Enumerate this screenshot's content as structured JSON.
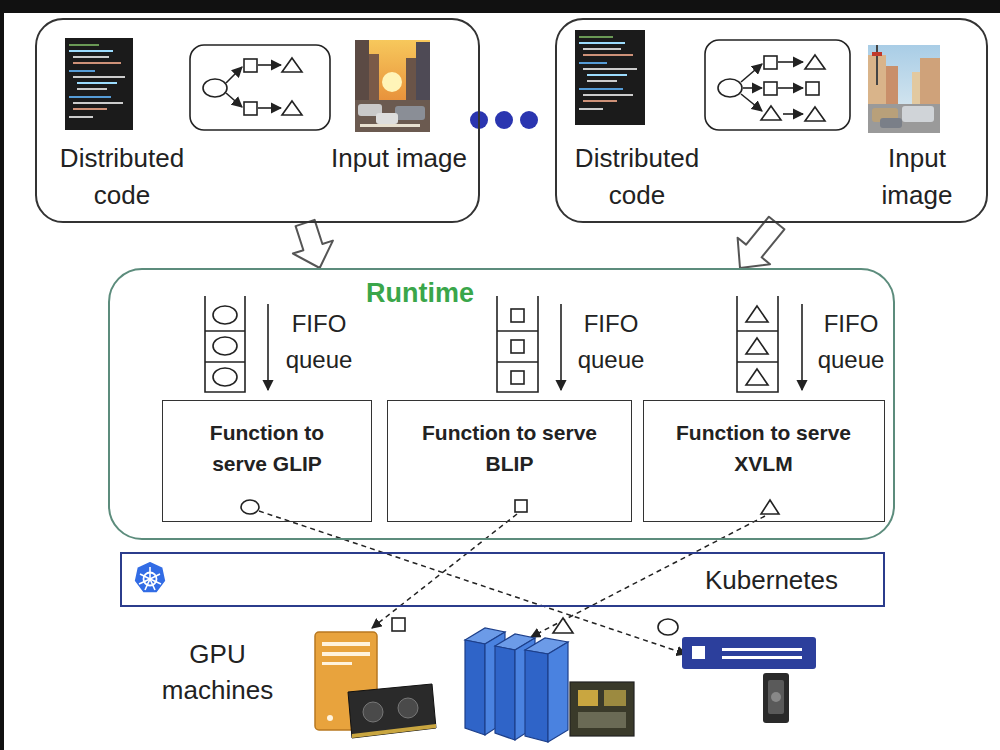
{
  "diagram": {
    "nodes": [
      {
        "text": [
          "Distributed code",
          "Input image"
        ]
      },
      {
        "text": [
          "Distributed code",
          "Input image"
        ]
      },
      {
        "text": [
          "Runtime"
        ]
      },
      {
        "text": [
          "Function to serve GLIP"
        ],
        "in": 2
      },
      {
        "text": [
          "Function to serve BLIP"
        ],
        "in": 2
      },
      {
        "text": [
          "Function to serve XVLM"
        ],
        "in": 2
      },
      {
        "text": [
          "Kubernetes"
        ]
      }
    ],
    "edges": [
      {
        "from": 0,
        "to": 2,
        "arrow": "to"
      },
      {
        "from": 1,
        "to": 2,
        "arrow": "to"
      }
    ],
    "labels": [
      "FIFO queue",
      "FIFO queue",
      "FIFO queue",
      "GPU machines"
    ]
  }
}
